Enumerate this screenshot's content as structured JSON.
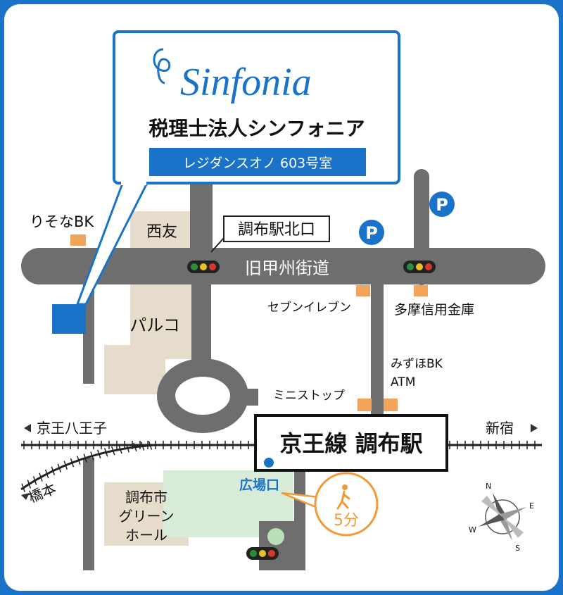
{
  "office": {
    "logo_text": "Sinfonia",
    "name": "税理士法人シンフォニア",
    "room": "レジダンスオノ 603号室"
  },
  "landmarks": {
    "resona": "りそなBK",
    "saiyu": "西友",
    "parco": "パルコ",
    "north_exit": "調布駅北口",
    "road": "旧甲州街道",
    "seven_eleven": "セブンイレブン",
    "tama_shinkin": "多摩信用金庫",
    "mizuho_line1": "みずほBK",
    "mizuho_line2": "ATM",
    "ministop": "ミニストップ",
    "station": "京王線 調布駅",
    "hiroba_exit": "広場口",
    "green_hall_line1": "調布市",
    "green_hall_line2": "グリーン",
    "green_hall_line3": "ホール"
  },
  "directions": {
    "west": "京王八王子",
    "east": "新宿",
    "southwest": "橋本"
  },
  "walk": {
    "time": "5分"
  },
  "parking": {
    "symbol": "P"
  },
  "compass": {
    "n": "N",
    "e": "E",
    "s": "S",
    "w": "W"
  },
  "colors": {
    "frame": "#1a73c8",
    "road": "#6e6e6e",
    "building": "#e6dccb",
    "marker": "#f2a55a",
    "walk": "#f09a3a",
    "park": "#d9ecd9"
  }
}
